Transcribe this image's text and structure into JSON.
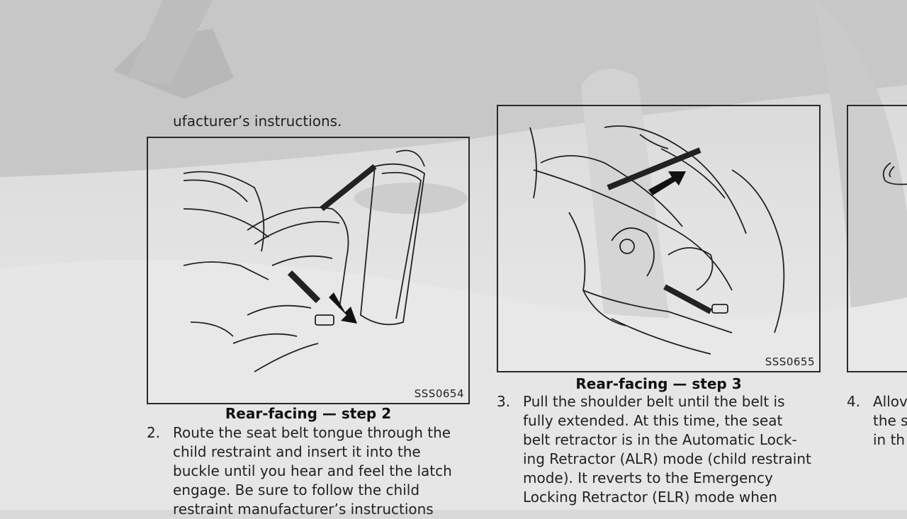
{
  "top_fragment": "ufacturer’s instructions.",
  "figures": [
    {
      "code": "SSS0654",
      "caption": "Rear-facing — step 2"
    },
    {
      "code": "SSS0655",
      "caption": "Rear-facing — step 3"
    }
  ],
  "steps": [
    {
      "number": "2.",
      "lines": [
        "Route the seat belt tongue through the",
        "child restraint and insert it into the",
        "buckle until you hear and feel the latch",
        "engage. Be sure to follow the child",
        "restraint manufacturer’s instructions"
      ]
    },
    {
      "number": "3.",
      "lines": [
        "Pull the shoulder belt until the belt is",
        "fully extended. At this time, the seat",
        "belt retractor is in the Automatic Lock-",
        "ing Retractor (ALR) mode (child restraint",
        "mode). It reverts to the Emergency",
        "Locking Retractor (ELR) mode when"
      ]
    },
    {
      "number": "4.",
      "lines": [
        "Allov",
        "the s",
        "in th"
      ]
    }
  ]
}
